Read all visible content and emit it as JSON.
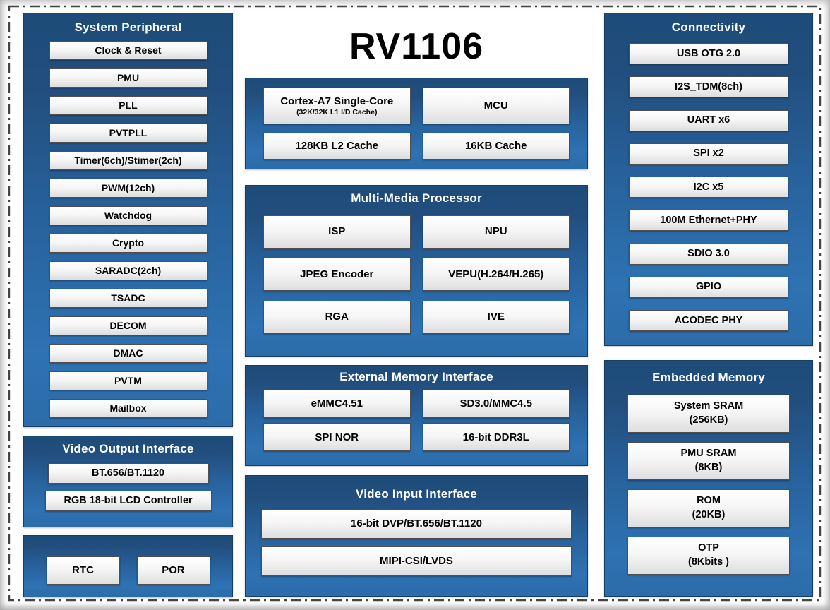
{
  "title": {
    "text": "RV1106"
  },
  "colors": {
    "panel_gradient_top": "#1d4c78",
    "panel_gradient_bottom": "#2e72b3",
    "panel_border": "#173f63",
    "box_fill_top": "#ffffff",
    "box_fill_bottom": "#dedede",
    "box_border": "#4f4f4f",
    "box_text": "#000000",
    "header_text": "#ffffff",
    "title_text": "#000000",
    "dash_border": "#454545"
  },
  "panels": {
    "system_peripheral": {
      "title": "System Peripheral",
      "items": [
        "Clock & Reset",
        "PMU",
        "PLL",
        "PVTPLL",
        "Timer(6ch)/Stimer(2ch)",
        "PWM(12ch)",
        "Watchdog",
        "Crypto",
        "SARADC(2ch)",
        "TSADC",
        "DECOM",
        "DMAC",
        "PVTM",
        "Mailbox"
      ]
    },
    "video_output": {
      "title": "Video Output Interface",
      "items": [
        "BT.656/BT.1120",
        "RGB 18-bit LCD Controller"
      ]
    },
    "rtc_por": {
      "items": [
        "RTC",
        "POR"
      ]
    },
    "cpu": {
      "cells": [
        {
          "t": "Cortex-A7 Single-Core",
          "s": "(32K/32K L1 I/D Cache)"
        },
        {
          "t": "MCU"
        },
        {
          "t": "128KB L2 Cache"
        },
        {
          "t": "16KB Cache"
        }
      ]
    },
    "multimedia": {
      "title": "Multi-Media Processor",
      "items": [
        "ISP",
        "NPU",
        "JPEG Encoder",
        "VEPU(H.264/H.265)",
        "RGA",
        "IVE"
      ]
    },
    "ext_memory": {
      "title": "External Memory Interface",
      "items": [
        "eMMC4.51",
        "SD3.0/MMC4.5",
        "SPI NOR",
        "16-bit DDR3L"
      ]
    },
    "video_input": {
      "title": "Video Input Interface",
      "items": [
        "16-bit DVP/BT.656/BT.1120",
        "MIPI-CSI/LVDS"
      ]
    },
    "connectivity": {
      "title": "Connectivity",
      "items": [
        "USB OTG 2.0",
        "I2S_TDM(8ch)",
        "UART x6",
        "SPI x2",
        "I2C x5",
        "100M Ethernet+PHY",
        "SDIO 3.0",
        "GPIO",
        "ACODEC PHY"
      ]
    },
    "embedded_memory": {
      "title": "Embedded Memory",
      "items": [
        {
          "t": "System SRAM",
          "s": "(256KB)"
        },
        {
          "t": "PMU SRAM",
          "s": "(8KB)"
        },
        {
          "t": "ROM",
          "s": "(20KB)"
        },
        {
          "t": "OTP",
          "s": "(8Kbits )"
        }
      ]
    }
  }
}
